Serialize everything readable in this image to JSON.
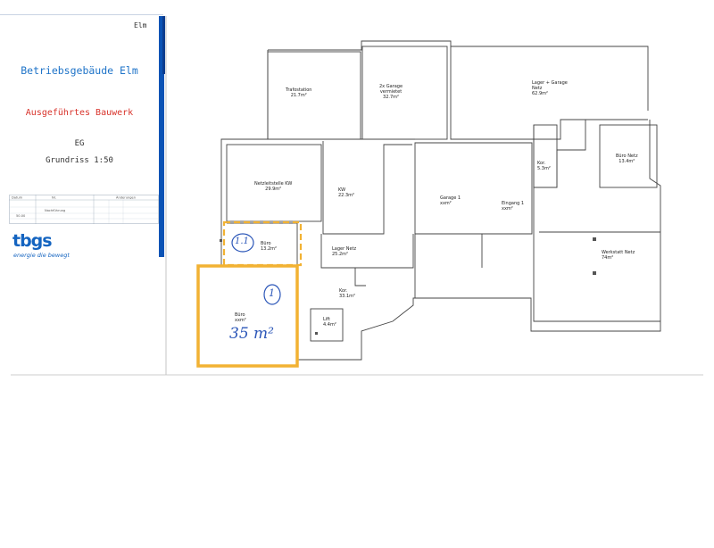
{
  "title_block": {
    "code": "Elm",
    "building": "Betriebsgebäude Elm",
    "status": "Ausgeführtes Bauwerk",
    "floor": "EG",
    "drawing": "Grundriss 1:50",
    "table_cells": [
      "Änderungen",
      "Nr.",
      "Datum",
      "Nachführung",
      "50.00"
    ],
    "logo_text": "tbgs",
    "logo_tagline": "energie die bewegt"
  },
  "rooms": [
    {
      "id": "trafostation",
      "name": "Trafostation",
      "area": "21.7m²"
    },
    {
      "id": "garage2x",
      "name": "2x Garage",
      "note": "vermietet",
      "area": "32.7m²"
    },
    {
      "id": "lager-garage",
      "name": "Lager + Garage",
      "note": "Netz",
      "area": "62.9m²"
    },
    {
      "id": "netzleitstelle",
      "name": "Netzleitstelle KW",
      "area": "29.9m²"
    },
    {
      "id": "kw",
      "name": "KW",
      "area": "22.3m²"
    },
    {
      "id": "garage1",
      "name": "Garage 1",
      "area": "xxm²"
    },
    {
      "id": "eingang1",
      "name": "Eingang 1",
      "area": "xxm²"
    },
    {
      "id": "kor-right",
      "name": "Kor.",
      "area": "5.3m²"
    },
    {
      "id": "buero-netz",
      "name": "Büro Netz",
      "area": "13.4m²"
    },
    {
      "id": "buero-small",
      "name": "Büro",
      "area": "13.2m²"
    },
    {
      "id": "lager-netz",
      "name": "Lager Netz",
      "area": "25.2m²"
    },
    {
      "id": "werkstatt",
      "name": "Werkstatt Netz",
      "area": "74m²"
    },
    {
      "id": "kor-center",
      "name": "Kor.",
      "area": "33.1m²"
    },
    {
      "id": "lift",
      "name": "Lift",
      "area": "4.4m²"
    },
    {
      "id": "buero-large",
      "name": "Büro",
      "area": "xxm²"
    }
  ],
  "annotations": {
    "circle_1_1": "1.1",
    "circle_1": "1",
    "area_note": "35 m²"
  },
  "colors": {
    "brand_blue": "#1e73c8",
    "status_red": "#d8332b",
    "highlight_orange": "#f2b233",
    "ink_blue": "#2b56b8"
  }
}
